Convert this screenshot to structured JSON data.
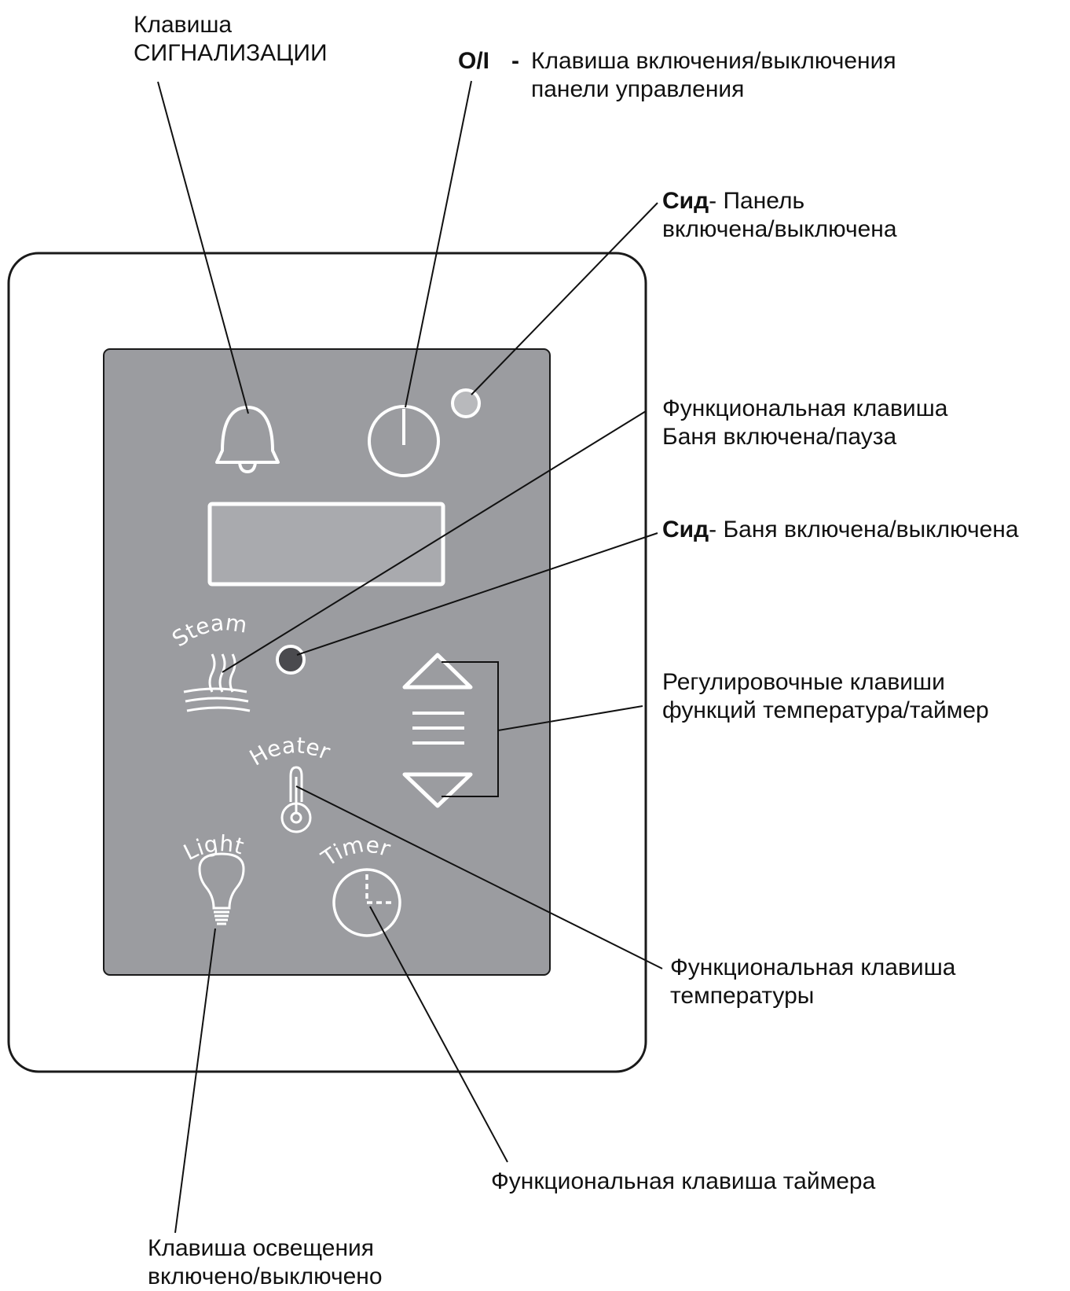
{
  "panel_icons": {
    "steam_label": "Steam",
    "heater_label": "Heater",
    "light_label": "Light",
    "timer_label": "Timer"
  },
  "callouts": {
    "alarm": {
      "line1": "Клавиша",
      "line2": "СИГНАЛИЗАЦИИ"
    },
    "power": {
      "prefix": "O/I",
      "dash": "-",
      "line1": "Клавиша включения/выключения",
      "line2": "панели управления"
    },
    "panel_led": {
      "prefix": "Сид",
      "line1": "- Панель",
      "line2": "включена/выключена"
    },
    "bath_key": {
      "line1": "Функциональная клавиша",
      "line2": "Баня включена/пауза"
    },
    "bath_led": {
      "prefix": "Сид",
      "line1": "- Баня включена/выключена"
    },
    "adjust_keys": {
      "line1": "Регулировочные клавиши",
      "line2": "функций температура/таймер"
    },
    "temp_key": {
      "line1": "Функциональная клавиша",
      "line2": "температуры"
    },
    "timer_key": {
      "line1": "Функциональная клавиша таймера"
    },
    "light_key": {
      "line1": "Клавиша освещения",
      "line2": "включено/выключено"
    }
  },
  "colors": {
    "panel": "#9b9ca0",
    "display": "#a9aaae",
    "led_off": "#b8b9bc",
    "led_bath": "#4a4a4e",
    "outline": "#1a1a1a",
    "icon": "#ffffff"
  }
}
